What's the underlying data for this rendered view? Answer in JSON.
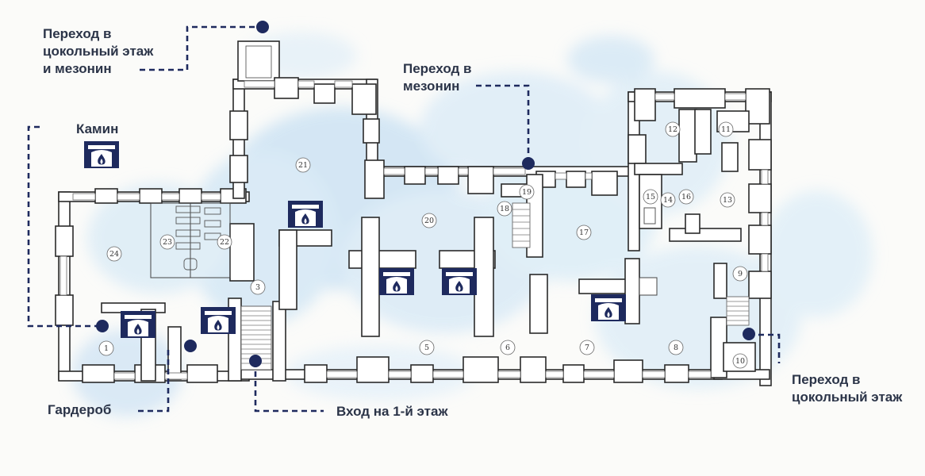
{
  "labels": {
    "basement_mezzanine": "Переход  в\nцокольный этаж\nи мезонин",
    "fireplace": "Камин",
    "mezzanine": "Переход  в\nмезонин",
    "wardrobe": "Гардероб",
    "entrance": "Вход на 1-й этаж",
    "basement": "Переход в\nцокольный этаж"
  },
  "rooms": [
    "1",
    "3",
    "5",
    "6",
    "7",
    "8",
    "9",
    "10",
    "11",
    "12",
    "13",
    "14",
    "15",
    "16",
    "17",
    "18",
    "19",
    "20",
    "21",
    "22",
    "23",
    "24"
  ],
  "icons": [
    "fireplace-icon",
    "staircase-icon",
    "toilet-icon",
    "marker-dot"
  ],
  "colors": {
    "accent": "#1e2a5e",
    "text": "#2b3448",
    "watercolor": "#cfe5f5",
    "background": "#fbfbf9"
  }
}
